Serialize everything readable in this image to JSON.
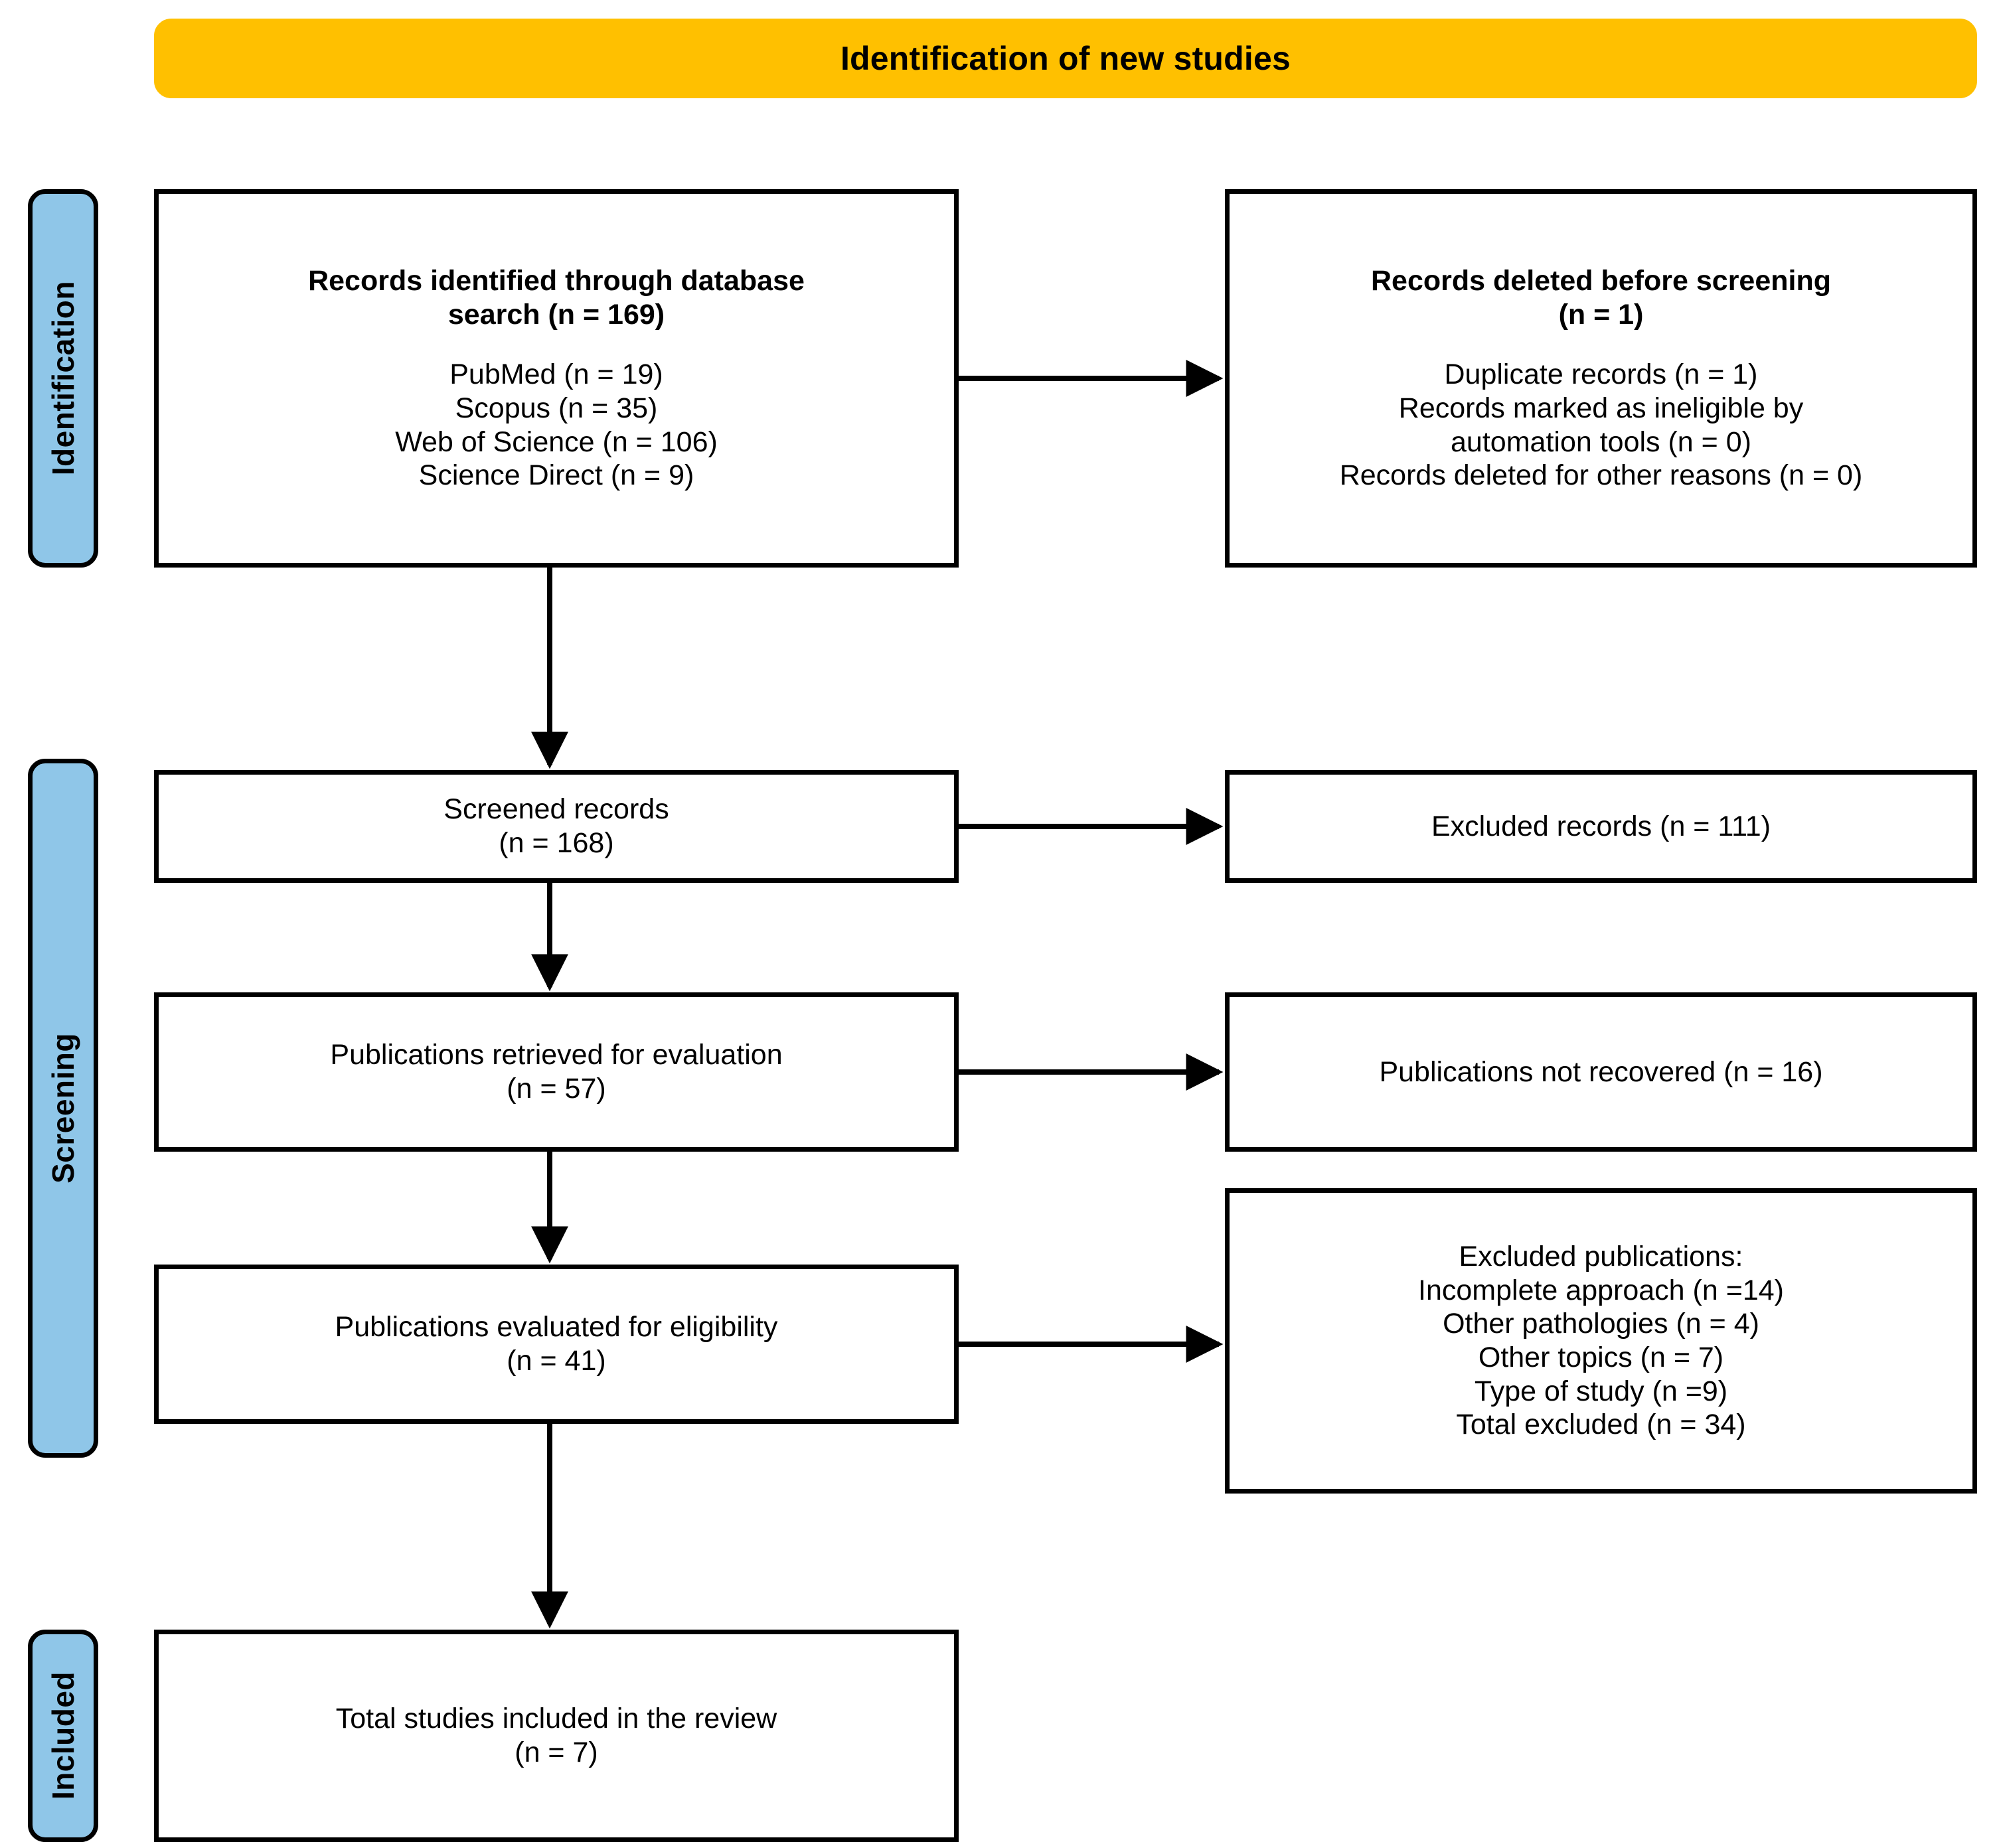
{
  "header": {
    "title": "Identification of new studies",
    "background_color": "#FFC000"
  },
  "stages": {
    "fill_color": "#8FC6E8",
    "identification": "Identification",
    "screening": "Screening",
    "included": "Included"
  },
  "boxes": {
    "records_identified": {
      "title_line1": "Records identified through database",
      "title_line2": "search (n = 169)",
      "sources": [
        "PubMed (n = 19)",
        "Scopus (n = 35)",
        "Web of Science (n = 106)",
        "Science Direct (n = 9)"
      ]
    },
    "records_deleted": {
      "title_line1": "Records deleted before screening",
      "title_line2": "(n = 1)",
      "reasons": [
        "Duplicate records (n = 1)",
        "Records marked as ineligible by",
        "automation tools (n = 0)",
        "Records deleted for other reasons (n = 0)"
      ]
    },
    "screened_records": {
      "line1": "Screened records",
      "line2": "(n = 168)"
    },
    "excluded_records": {
      "line1": "Excluded records (n = 111)"
    },
    "publications_retrieved": {
      "line1": "Publications retrieved for evaluation",
      "line2": "(n = 57)"
    },
    "publications_not_recovered": {
      "line1": "Publications not recovered (n = 16)"
    },
    "publications_eligibility": {
      "line1": "Publications evaluated for eligibility",
      "line2": "(n = 41)"
    },
    "excluded_publications": {
      "heading": "Excluded publications:",
      "items": [
        "Incomplete approach (n =14)",
        "Other pathologies (n = 4)",
        "Other topics (n = 7)",
        "Type of study (n =9)",
        "Total excluded (n = 34)"
      ]
    },
    "included_studies": {
      "line1": "Total studies included in the review",
      "line2": "(n = 7)"
    }
  },
  "chart_data": {
    "type": "diagram",
    "title": "PRISMA flow diagram - Identification of new studies",
    "nodes": [
      {
        "id": "records_identified",
        "stage": "Identification",
        "label": "Records identified through database search",
        "n": 169,
        "breakdown": [
          {
            "source": "PubMed",
            "n": 19
          },
          {
            "source": "Scopus",
            "n": 35
          },
          {
            "source": "Web of Science",
            "n": 106
          },
          {
            "source": "Science Direct",
            "n": 9
          }
        ]
      },
      {
        "id": "records_deleted",
        "stage": "Identification",
        "label": "Records deleted before screening",
        "n": 1,
        "breakdown": [
          {
            "reason": "Duplicate records",
            "n": 1
          },
          {
            "reason": "Records marked as ineligible by automation tools",
            "n": 0
          },
          {
            "reason": "Records deleted for other reasons",
            "n": 0
          }
        ]
      },
      {
        "id": "screened_records",
        "stage": "Screening",
        "label": "Screened records",
        "n": 168
      },
      {
        "id": "excluded_records",
        "stage": "Screening",
        "label": "Excluded records",
        "n": 111
      },
      {
        "id": "publications_retrieved",
        "stage": "Screening",
        "label": "Publications retrieved for evaluation",
        "n": 57
      },
      {
        "id": "publications_not_recovered",
        "stage": "Screening",
        "label": "Publications not recovered",
        "n": 16
      },
      {
        "id": "publications_eligibility",
        "stage": "Screening",
        "label": "Publications evaluated for eligibility",
        "n": 41
      },
      {
        "id": "excluded_publications",
        "stage": "Screening",
        "label": "Excluded publications",
        "n": 34,
        "breakdown": [
          {
            "reason": "Incomplete approach",
            "n": 14
          },
          {
            "reason": "Other pathologies",
            "n": 4
          },
          {
            "reason": "Other topics",
            "n": 7
          },
          {
            "reason": "Type of study",
            "n": 9
          },
          {
            "reason": "Total excluded",
            "n": 34
          }
        ]
      },
      {
        "id": "included_studies",
        "stage": "Included",
        "label": "Total studies included in the review",
        "n": 7
      }
    ],
    "edges": [
      {
        "from": "records_identified",
        "to": "records_deleted",
        "direction": "right"
      },
      {
        "from": "records_identified",
        "to": "screened_records",
        "direction": "down"
      },
      {
        "from": "screened_records",
        "to": "excluded_records",
        "direction": "right"
      },
      {
        "from": "screened_records",
        "to": "publications_retrieved",
        "direction": "down"
      },
      {
        "from": "publications_retrieved",
        "to": "publications_not_recovered",
        "direction": "right"
      },
      {
        "from": "publications_retrieved",
        "to": "publications_eligibility",
        "direction": "down"
      },
      {
        "from": "publications_eligibility",
        "to": "excluded_publications",
        "direction": "right"
      },
      {
        "from": "publications_eligibility",
        "to": "included_studies",
        "direction": "down"
      }
    ]
  }
}
